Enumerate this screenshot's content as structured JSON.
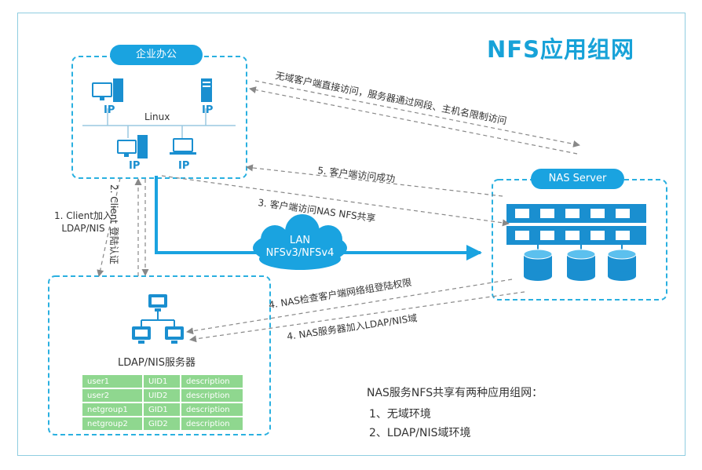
{
  "title": "NFS应用组网",
  "office_label": "企业办公",
  "linux_label": "Linux",
  "ip_label": "IP",
  "nas_label": "NAS Server",
  "lan": {
    "line1": "LAN",
    "line2": "NFSv3/NFSv4"
  },
  "ldap_label": "LDAP/NIS服务器",
  "arrows": {
    "direct": "无域客户端直接访问，服务器通过网段、主机名限制访问",
    "step5": "5. 客户端访问成功",
    "step3": "3. 客户端访问NAS NFS共享",
    "step1_line1": "1. Client加入",
    "step1_line2": "LDAP/NIS",
    "step2": "2. Client 登陆认证",
    "step4a": "4. NAS检查客户端网络组登陆权限",
    "step4b": "4. NAS服务器加入LDAP/NIS域"
  },
  "ldap_table": [
    [
      "user1",
      "UID1",
      "description"
    ],
    [
      "user2",
      "UID2",
      "description"
    ],
    [
      "netgroup1",
      "GID1",
      "description"
    ],
    [
      "netgroup2",
      "GID2",
      "description"
    ]
  ],
  "note": {
    "title": "NAS服务NFS共享有两种应用组网：",
    "items": [
      "1、无域环境",
      "2、LDAP/NIS域环境"
    ]
  },
  "colors": {
    "accent": "#1aa3e0",
    "dashed_box": "#2ab0e0",
    "table_cell": "#8fd78f",
    "arrow_gray": "#888888"
  }
}
